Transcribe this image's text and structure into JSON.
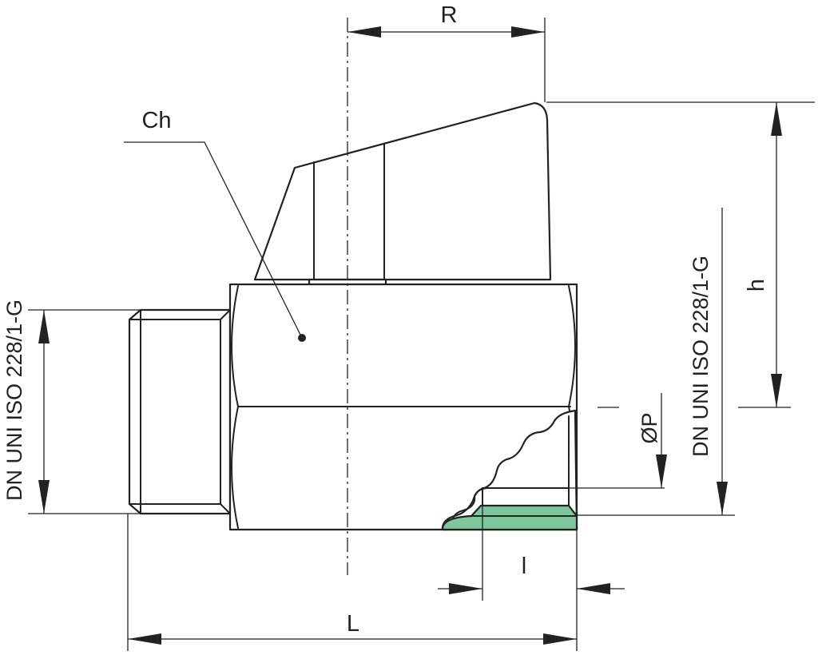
{
  "labels": {
    "R": "R",
    "Ch": "Ch",
    "h": "h",
    "P": "ØP",
    "l": "l",
    "L": "L",
    "thread_left": "DN UNI ISO 228/1-G",
    "thread_right": "DN UNI ISO 228/1-G"
  },
  "colors": {
    "line": "#222222",
    "seal": "#7dc89a"
  }
}
